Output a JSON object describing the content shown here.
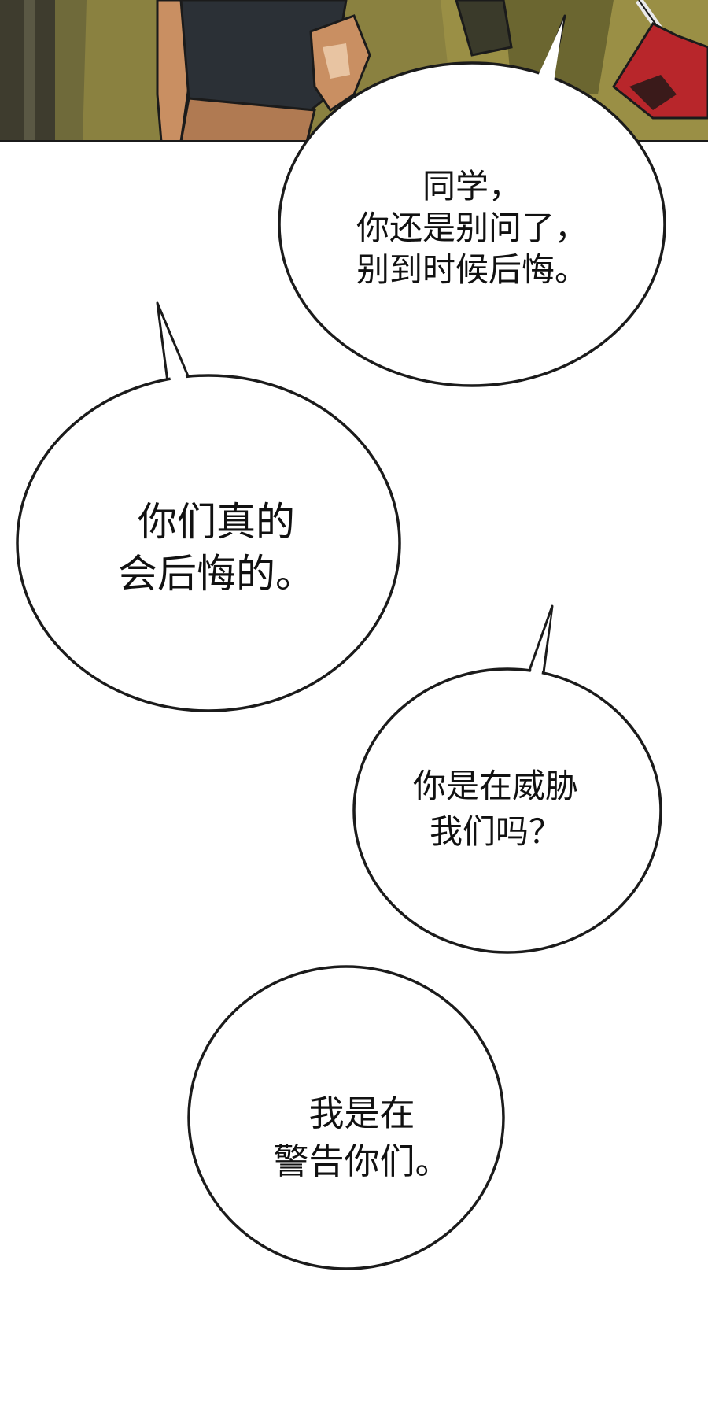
{
  "panel": {
    "colors": {
      "background": "#8a8140",
      "shirt": "#2b3036",
      "skin": "#c98f62",
      "wall": "#6f6a3a",
      "mop_red": "#b8262b"
    }
  },
  "bubbles": [
    {
      "lines": [
        "同学，",
        "你还是别问了，",
        "别到时候后悔。"
      ]
    },
    {
      "lines": [
        "你们真的",
        "会后悔的。"
      ]
    },
    {
      "lines": [
        "你是在威胁",
        "我们吗？"
      ]
    },
    {
      "lines": [
        "我是在",
        "警告你们。"
      ]
    }
  ]
}
